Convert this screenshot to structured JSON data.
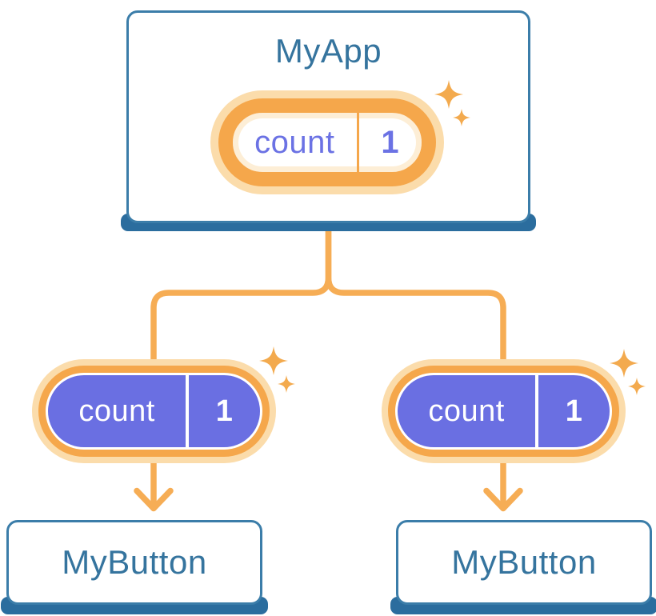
{
  "colors": {
    "blue_border": "#3b7da9",
    "blue_shadow": "#2b6d9e",
    "blue_text": "#35749e",
    "orange_ring": "#f5a74b",
    "orange_halo": "#fbdcab",
    "orange_halo_inner": "#fdeed6",
    "orange_line": "#f6ad55",
    "sparkle": "#f3aa4e",
    "purple_fill": "#6a6fe2",
    "purple_text": "#6b72e4",
    "node_bg": "#ffffff"
  },
  "nodes": {
    "root": {
      "title": "MyApp",
      "state": {
        "label": "count",
        "value": "1"
      }
    },
    "left_child": {
      "title": "MyButton",
      "state": {
        "label": "count",
        "value": "1"
      }
    },
    "right_child": {
      "title": "MyButton",
      "state": {
        "label": "count",
        "value": "1"
      }
    }
  },
  "icons": {
    "sparkle_large": "✦",
    "sparkle_small": "✦"
  }
}
